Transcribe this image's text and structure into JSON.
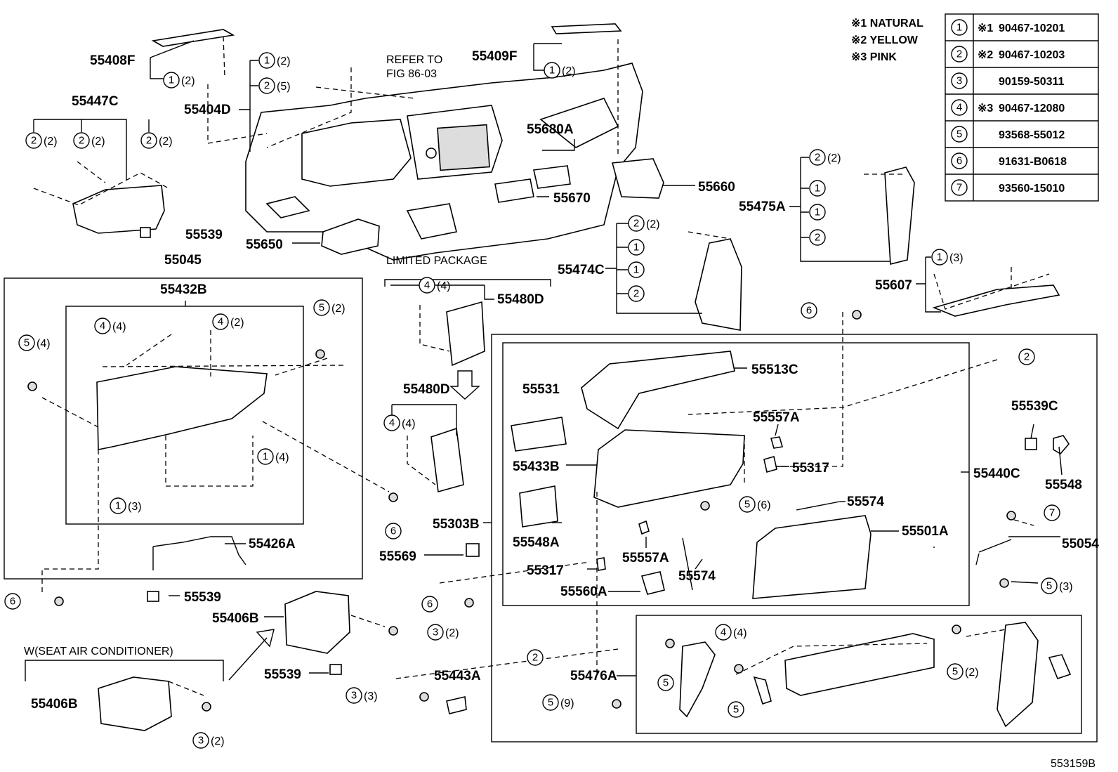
{
  "legend_notes": [
    "※1 NATURAL",
    "※2 YELLOW",
    "※3 PINK"
  ],
  "legend_table": [
    {
      "ref": "1",
      "mark": "※1",
      "part": "90467-10201"
    },
    {
      "ref": "2",
      "mark": "※2",
      "part": "90467-10203"
    },
    {
      "ref": "3",
      "mark": "",
      "part": "90159-50311"
    },
    {
      "ref": "4",
      "mark": "※3",
      "part": "90467-12080"
    },
    {
      "ref": "5",
      "mark": "",
      "part": "93568-55012"
    },
    {
      "ref": "6",
      "mark": "",
      "part": "91631-B0618"
    },
    {
      "ref": "7",
      "mark": "",
      "part": "93560-15010"
    }
  ],
  "labels": {
    "p55408F": "55408F",
    "p55404D": "55404D",
    "p55447C": "55447C",
    "p55539a": "55539",
    "p55045": "55045",
    "p55432B": "55432B",
    "p55409F": "55409F",
    "refer": "REFER TO",
    "fig": "FIG 86-03",
    "p55680A": "55680A",
    "p55670": "55670",
    "p55660": "55660",
    "p55650": "55650",
    "limited": "LIMITED PACKAGE",
    "p55480D_a": "55480D",
    "p55480D_b": "55480D",
    "p55474C": "55474C",
    "p55475A": "55475A",
    "p55607": "55607",
    "p55513C": "55513C",
    "p55531": "55531",
    "p55557A_a": "55557A",
    "p55433B": "55433B",
    "p55317_a": "55317",
    "p55440C": "55440C",
    "p55539C": "55539C",
    "p55548": "55548",
    "p55574_a": "55574",
    "p55303B": "55303B",
    "p55501A": "55501A",
    "p55548A": "55548A",
    "p55557A_b": "55557A",
    "p55569": "55569",
    "p55054": "55054",
    "p55317_b": "55317",
    "p55574_b": "55574",
    "p55560A": "55560A",
    "p55426A": "55426A",
    "p55539b": "55539",
    "p55406B_a": "55406B",
    "p55539c": "55539",
    "p55443A": "55443A",
    "p55476A": "55476A",
    "seat": "W(SEAT AIR CONDITIONER)",
    "p55406B_b": "55406B",
    "figno": "553159B"
  },
  "callouts": [
    {
      "n": "1",
      "q": "(2)"
    },
    {
      "n": "2",
      "q": "(5)"
    },
    {
      "n": "1",
      "q": "(2)"
    },
    {
      "n": "1",
      "q": "(2)"
    },
    {
      "n": "2",
      "q": "(2)"
    },
    {
      "n": "2",
      "q": "(2)"
    },
    {
      "n": "2",
      "q": "(2)"
    },
    {
      "n": "2",
      "q": "(2)"
    },
    {
      "n": "1",
      "q": ""
    },
    {
      "n": "1",
      "q": ""
    },
    {
      "n": "2",
      "q": ""
    },
    {
      "n": "2",
      "q": "(2)"
    },
    {
      "n": "1",
      "q": ""
    },
    {
      "n": "1",
      "q": ""
    },
    {
      "n": "2",
      "q": ""
    },
    {
      "n": "1",
      "q": "(3)"
    },
    {
      "n": "4",
      "q": "(4)"
    },
    {
      "n": "4",
      "q": "(4)"
    },
    {
      "n": "4",
      "q": "(4)"
    },
    {
      "n": "4",
      "q": "(2)"
    },
    {
      "n": "5",
      "q": "(2)"
    },
    {
      "n": "5",
      "q": "(4)"
    },
    {
      "n": "1",
      "q": "(4)"
    },
    {
      "n": "1",
      "q": "(3)"
    },
    {
      "n": "6",
      "q": ""
    },
    {
      "n": "6",
      "q": ""
    },
    {
      "n": "6",
      "q": ""
    },
    {
      "n": "2",
      "q": ""
    },
    {
      "n": "5",
      "q": "(6)"
    },
    {
      "n": "7",
      "q": ""
    },
    {
      "n": "5",
      "q": "(3)"
    },
    {
      "n": "6",
      "q": ""
    },
    {
      "n": "3",
      "q": "(2)"
    },
    {
      "n": "3",
      "q": "(3)"
    },
    {
      "n": "2",
      "q": ""
    },
    {
      "n": "5",
      "q": "(9)"
    },
    {
      "n": "4",
      "q": "(4)"
    },
    {
      "n": "5",
      "q": ""
    },
    {
      "n": "5",
      "q": ""
    },
    {
      "n": "5",
      "q": "(2)"
    },
    {
      "n": "3",
      "q": "(2)"
    }
  ]
}
